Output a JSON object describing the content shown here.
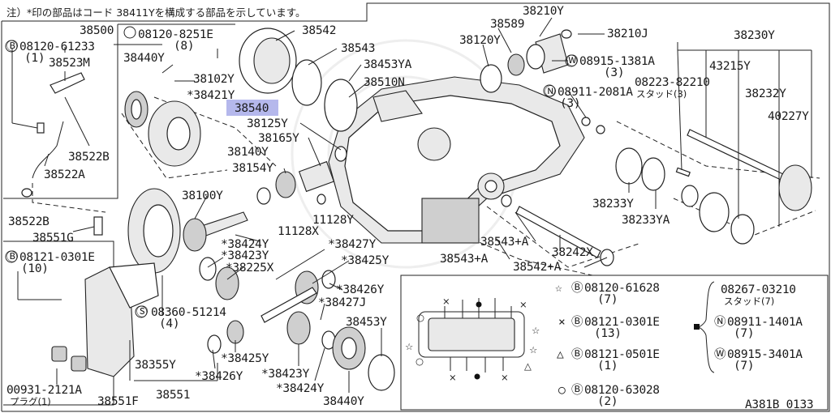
{
  "diagram": {
    "note": "注）*印の部品はコード 38411Yを構成する部品を示しています。",
    "figure_id": "A381B 0133",
    "highlighted_part": "38540",
    "highlight_color": "#b5b8ec",
    "parts": {
      "p38500": "38500",
      "p08120_8251E": "08120-8251E",
      "p08120_8251E_qty": "(8)",
      "p38542": "38542",
      "p38543": "38543",
      "p38453YA": "38453YA",
      "p38510N": "38510N",
      "p38440Y_top": "38440Y",
      "p38102Y": "38102Y",
      "p38421Y": "*38421Y",
      "p38540": "38540",
      "p38125Y": "38125Y",
      "p38165Y": "38165Y",
      "p38140Y": "38140Y",
      "p38154Y": "38154Y",
      "p38100Y": "38100Y",
      "p11128X": "11128X",
      "p11128Y": "11128Y",
      "p08120_61233": "08120-61233",
      "p08120_61233_qty": "(1)",
      "p38523M": "38523M",
      "p38522B_a": "38522B",
      "p38522A": "38522A",
      "p38522B_b": "38522B",
      "p38551G": "38551G",
      "p08121_0301E": "08121-0301E",
      "p08121_0301E_qty": "(10)",
      "p08360_51214": "08360-51214",
      "p08360_51214_qty": "(4)",
      "p38355Y": "38355Y",
      "p00931_2121A": "00931-2121A",
      "p00931_sub": "プラグ(1)",
      "p38551F": "38551F",
      "p38551": "38551",
      "p38424Y_a": "*38424Y",
      "p38423Y_a": "*38423Y",
      "p38225X": "*38225X",
      "p38427Y": "*38427Y",
      "p38425Y_a": "*38425Y",
      "p38426Y_a": "*38426Y",
      "p38427J": "*38427J",
      "p38453Y": "38453Y",
      "p38425Y_b": "*38425Y",
      "p38426Y_b": "*38426Y",
      "p38423Y_b": "*38423Y",
      "p38424Y_b": "*38424Y",
      "p38440Y_bot": "38440Y",
      "p38210Y": "38210Y",
      "p38589": "38589",
      "p38120Y": "38120Y",
      "p38210J": "38210J",
      "p08915_1381A": "08915-1381A",
      "p08915_1381A_qty": "(3)",
      "p08911_2081A": "08911-2081A",
      "p08911_2081A_qty": "(3)",
      "p38230Y": "38230Y",
      "p43215Y": "43215Y",
      "p08223_82210": "08223-82210",
      "p08223_sub": "スタッド(3)",
      "p38232Y": "38232Y",
      "p40227Y": "40227Y",
      "p38233Y": "38233Y",
      "p38233YA": "38233YA",
      "p38543A_a": "38543+A",
      "p38242X": "38242X",
      "p38543A_b": "38543+A",
      "p38542A": "38542+A"
    },
    "legend": {
      "l1_code": "08120-61628",
      "l1_qty": "(7)",
      "l2_code": "08121-0301E",
      "l2_qty": "(13)",
      "l3_code": "08121-0501E",
      "l3_qty": "(1)",
      "l4_code": "08120-63028",
      "l4_qty": "(2)",
      "r1_code": "08267-03210",
      "r1_sub": "スタッド(7)",
      "r2_code": "08911-1401A",
      "r2_qty": "(7)",
      "r3_code": "08915-3401A",
      "r3_qty": "(7)"
    }
  }
}
